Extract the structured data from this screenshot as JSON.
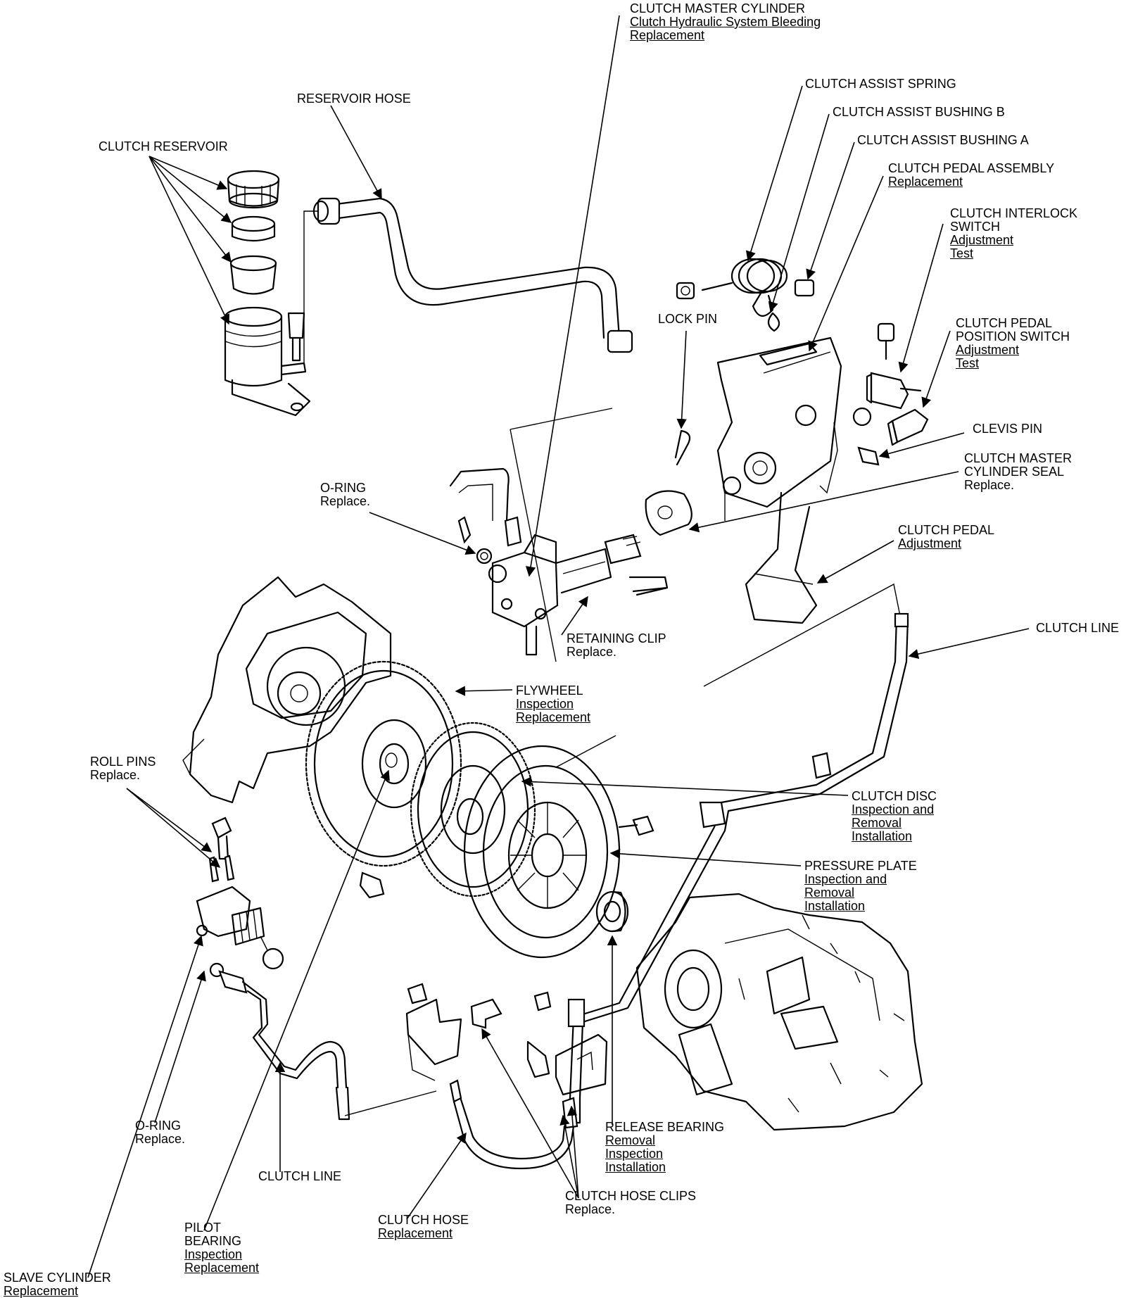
{
  "labels": {
    "clutch_master_cylinder": {
      "title": "CLUTCH MASTER CYLINDER",
      "links": [
        "Clutch Hydraulic System Bleeding",
        "Replacement"
      ]
    },
    "reservoir_hose": {
      "title": "RESERVOIR HOSE"
    },
    "clutch_reservoir": {
      "title": "CLUTCH RESERVOIR"
    },
    "clutch_assist_spring": {
      "title": "CLUTCH ASSIST SPRING"
    },
    "clutch_assist_bushing_b": {
      "title": "CLUTCH ASSIST BUSHING B"
    },
    "clutch_assist_bushing_a": {
      "title": "CLUTCH ASSIST BUSHING A"
    },
    "clutch_pedal_assembly": {
      "title": "CLUTCH PEDAL ASSEMBLY",
      "links": [
        "Replacement"
      ]
    },
    "clutch_interlock_switch": {
      "title_lines": [
        "CLUTCH INTERLOCK",
        "SWITCH"
      ],
      "links": [
        "Adjustment",
        "Test"
      ]
    },
    "lock_pin": {
      "title": "LOCK PIN"
    },
    "clutch_pedal_position_switch": {
      "title_lines": [
        "CLUTCH PEDAL",
        "POSITION SWITCH"
      ],
      "links": [
        "Adjustment",
        "Test"
      ]
    },
    "clevis_pin": {
      "title": "CLEVIS PIN"
    },
    "clutch_master_cylinder_seal": {
      "title_lines": [
        "CLUTCH MASTER",
        "CYLINDER SEAL"
      ],
      "note": "Replace."
    },
    "o_ring_top": {
      "title": "O-RING",
      "note": "Replace."
    },
    "clutch_pedal": {
      "title": "CLUTCH PEDAL",
      "links": [
        "Adjustment"
      ]
    },
    "clutch_line_right": {
      "title": "CLUTCH LINE"
    },
    "retaining_clip": {
      "title": "RETAINING CLIP",
      "note": "Replace."
    },
    "flywheel": {
      "title": "FLYWHEEL",
      "links": [
        "Inspection",
        "Replacement"
      ]
    },
    "roll_pins": {
      "title": "ROLL PINS",
      "note": "Replace."
    },
    "clutch_disc": {
      "title": "CLUTCH DISC",
      "links": [
        "Inspection and",
        "Removal",
        "Installation"
      ]
    },
    "pressure_plate": {
      "title": "PRESSURE PLATE",
      "links": [
        "Inspection and",
        "Removal",
        "Installation"
      ]
    },
    "release_bearing": {
      "title": "RELEASE BEARING",
      "links": [
        "Removal",
        "Inspection",
        "Installation"
      ]
    },
    "o_ring_bottom": {
      "title": "O-RING",
      "note": "Replace."
    },
    "clutch_line_bottom": {
      "title": "CLUTCH LINE"
    },
    "clutch_hose_clips": {
      "title": "CLUTCH HOSE CLIPS",
      "note": "Replace."
    },
    "clutch_hose": {
      "title": "CLUTCH HOSE",
      "links": [
        "Replacement"
      ]
    },
    "pilot_bearing": {
      "title_lines": [
        "PILOT",
        "BEARING"
      ],
      "links": [
        "Inspection",
        "Replacement"
      ]
    },
    "slave_cylinder": {
      "title": "SLAVE CYLINDER",
      "links": [
        "Replacement"
      ]
    }
  }
}
